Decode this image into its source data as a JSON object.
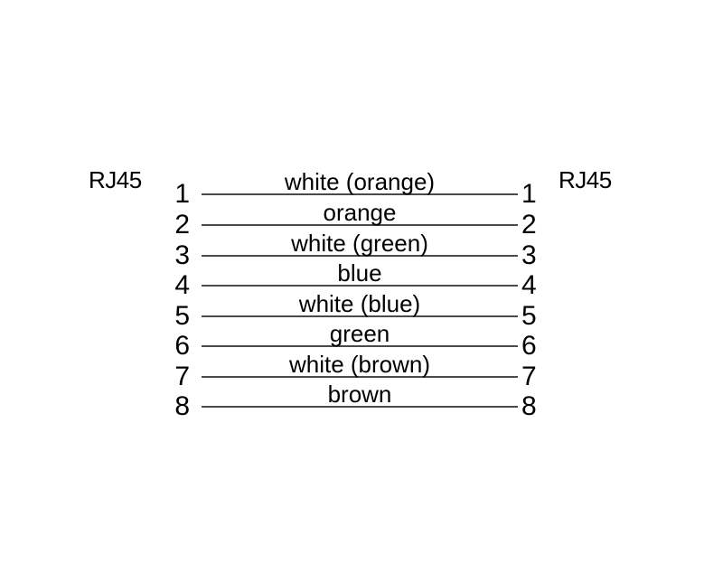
{
  "diagram": {
    "type": "cable-pinout",
    "left_connector_label": "RJ45",
    "right_connector_label": "RJ45",
    "background_color": "#ffffff",
    "text_color": "#000000",
    "wire_line_color": "#4a4a4a",
    "wires": [
      {
        "pin": "1",
        "label": "white (orange)"
      },
      {
        "pin": "2",
        "label": "orange"
      },
      {
        "pin": "3",
        "label": "white (green)"
      },
      {
        "pin": "4",
        "label": "blue"
      },
      {
        "pin": "5",
        "label": "white (blue)"
      },
      {
        "pin": "6",
        "label": "green"
      },
      {
        "pin": "7",
        "label": "white (brown)"
      },
      {
        "pin": "8",
        "label": "brown"
      }
    ]
  }
}
